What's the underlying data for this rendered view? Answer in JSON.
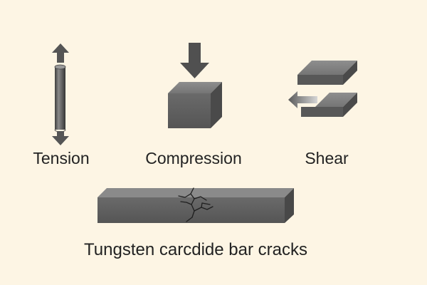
{
  "labels": {
    "tension": "Tension",
    "compression": "Compression",
    "shear": "Shear"
  },
  "caption": "Tungsten carcdide bar cracks",
  "icons": {
    "tension": "rod-with-opposing-vertical-arrows-icon",
    "compression": "cube-with-downward-arrow-icon",
    "shear": "offset-plates-with-left-arrow-icon",
    "bar": "cracked-bar-icon"
  },
  "colors": {
    "background": "#fdf5e4",
    "solid": "#5a5a5a",
    "arrow": "#555555",
    "text": "#222222"
  }
}
